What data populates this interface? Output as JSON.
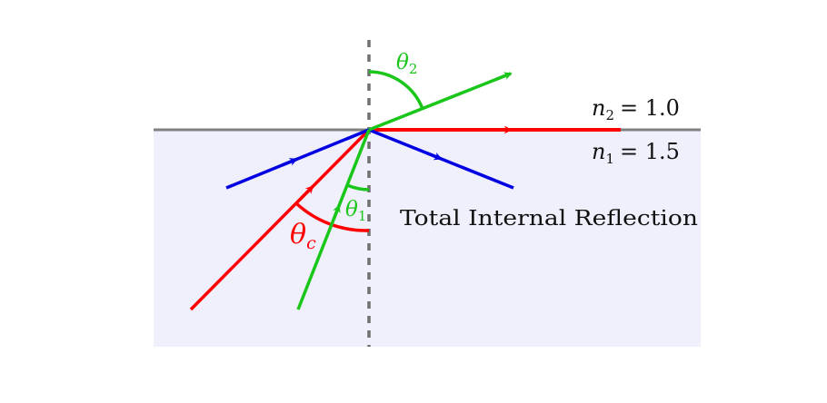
{
  "labels": {
    "n2_symbol": "n",
    "n2_sub": "2",
    "n2_value": "= 1.0",
    "n1_symbol": "n",
    "n1_sub": "1",
    "n1_value": "= 1.5",
    "theta2_symbol": "θ",
    "theta2_sub": "2",
    "theta1_symbol": "θ",
    "theta1_sub": "1",
    "thetac_symbol": "θ",
    "thetac_sub": "c",
    "tir_caption": "Total Internal Reflection"
  },
  "colors": {
    "medium_fill": "#eff0fc",
    "interface": "#808080",
    "normal": "#707070",
    "green_ray": "#19c619",
    "red_ray": "#ff0000",
    "blue_ray": "#0000e0",
    "text": "#111111"
  },
  "rays": {
    "green": "refraction",
    "red": "critical angle",
    "blue": "total internal reflection"
  }
}
